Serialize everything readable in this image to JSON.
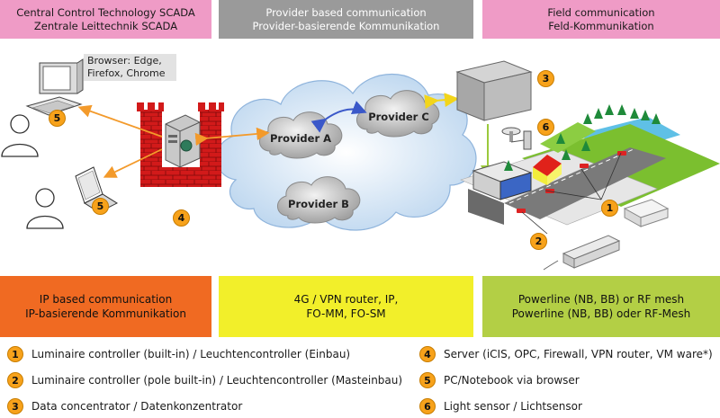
{
  "headers": {
    "scada": {
      "line1": "Central Control Technology SCADA",
      "line2": "Zentrale Leittechnik SCADA"
    },
    "provider": {
      "line1": "Provider based communication",
      "line2": "Provider-basierende Kommunikation"
    },
    "field": {
      "line1": "Field communication",
      "line2": "Feld-Kommunikation"
    }
  },
  "browser_note": {
    "line1": "Browser: Edge,",
    "line2": "Firefox, Chrome"
  },
  "clouds": {
    "a": "Provider A",
    "b": "Provider B",
    "c": "Provider C"
  },
  "badges": {
    "b1": "1",
    "b2": "2",
    "b3": "3",
    "b4": "4",
    "b5a": "5",
    "b5b": "5",
    "b6": "6"
  },
  "bands": {
    "ip": {
      "line1": "IP based communication",
      "line2": "IP-basierende Kommunikation"
    },
    "router": {
      "line1": "4G / VPN router, IP,",
      "line2": "FO-MM, FO-SM"
    },
    "powerline": {
      "line1": "Powerline (NB, BB) or RF mesh",
      "line2": "Powerline (NB, BB) oder RF-Mesh"
    }
  },
  "legend": [
    {
      "num": "1",
      "text": "Luminaire controller (built-in) / Leuchtencontroller (Einbau)"
    },
    {
      "num": "2",
      "text": "Luminaire controller (pole built-in) / Leuchtencontroller (Masteinbau)"
    },
    {
      "num": "3",
      "text": "Data concentrator / Datenkonzentrator"
    },
    {
      "num": "4",
      "text": "Server (iCIS, OPC, Firewall, VPN router, VM ware*)"
    },
    {
      "num": "5",
      "text": "PC/Notebook via browser"
    },
    {
      "num": "6",
      "text": "Light sensor / Lichtsensor"
    }
  ],
  "colors": {
    "pink": "#ef9bc6",
    "grey": "#9a9a9a",
    "orange": "#f06a22",
    "yellow": "#f2ef2a",
    "green": "#b3cf45",
    "badge": "#f7a21b",
    "arrow_orange": "#f39a2b",
    "arrow_blue": "#3a58c9",
    "arrow_yellow": "#f2d51b"
  }
}
